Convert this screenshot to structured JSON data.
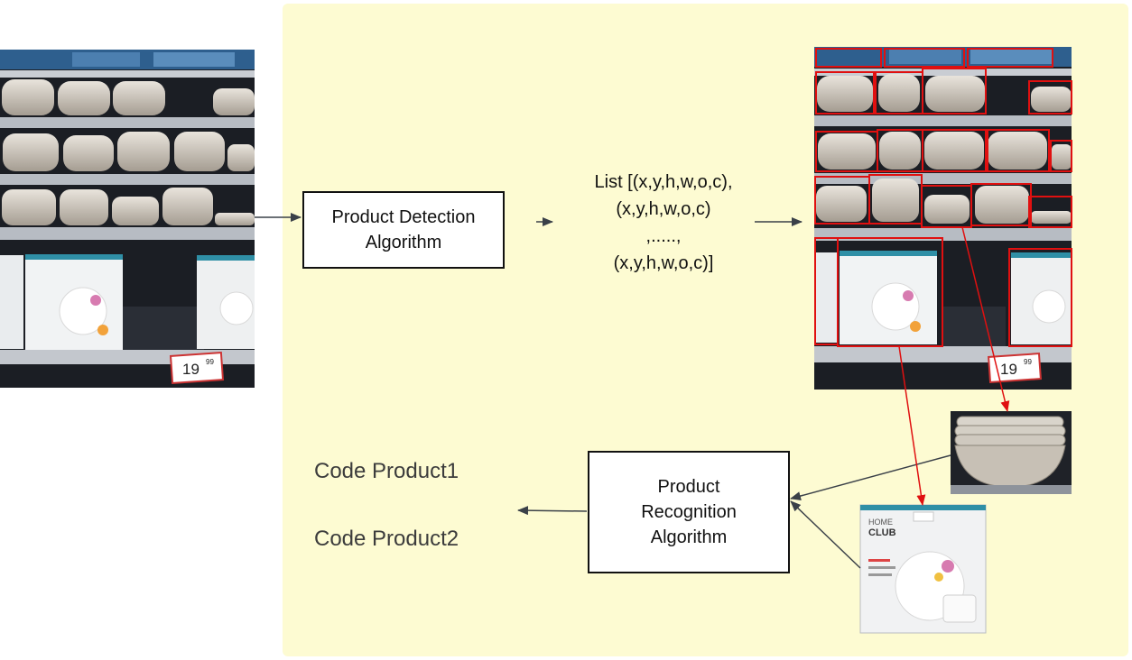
{
  "detection_box": {
    "label": "Product Detection\nAlgorithm"
  },
  "recognition_box": {
    "label": "Product\nRecognition\nAlgorithm"
  },
  "list_output": {
    "lines": "List [(x,y,h,w,o,c),\n(x,y,h,w,o,c)\n,.....,\n(x,y,h,w,o,c)]"
  },
  "codes": [
    "Code Product1",
    "Code Product2"
  ],
  "price_tag": "19",
  "price_cents": "99",
  "box_brand": [
    "HOME",
    "CLUB"
  ],
  "colors": {
    "panel": "#fdfbd2",
    "bbox": "#e01010",
    "arrow": "#3a4048",
    "shelf_dark": "#1b1e24"
  }
}
